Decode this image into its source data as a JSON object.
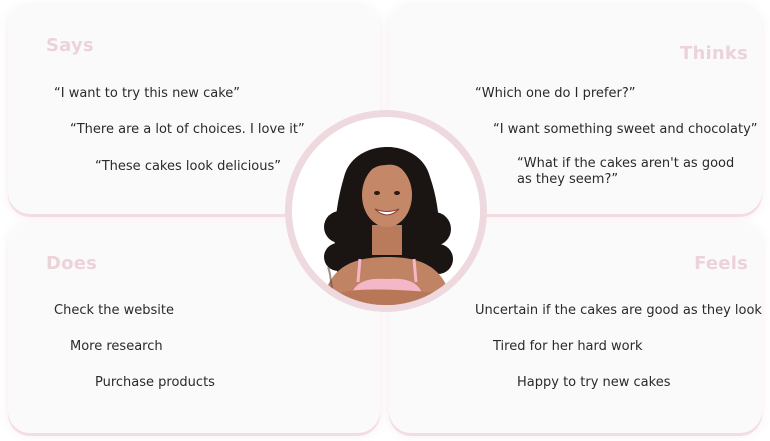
{
  "quadrants": {
    "says": {
      "title": "Says",
      "items": [
        "“I want to try this new cake”",
        "“There are a lot of choices. I love it”",
        "“These cakes look delicious”"
      ]
    },
    "thinks": {
      "title": "Thinks",
      "items": [
        "“Which one do I prefer?”",
        "“I want something sweet and chocolaty”",
        "“What if the cakes aren't as good as they seem?”"
      ]
    },
    "does": {
      "title": "Does",
      "items": [
        "Check the website",
        "More research",
        "Purchase products"
      ]
    },
    "feels": {
      "title": "Feels",
      "items": [
        "Uncertain if the cakes are good as they look",
        "Tired for her hard work",
        "Happy to try new cakes"
      ]
    }
  },
  "colors": {
    "title": "#ecd3da",
    "ring": "#eed9de",
    "card": "#fbfafa",
    "text": "#2a2a2a",
    "top": "#f4b7c8"
  }
}
